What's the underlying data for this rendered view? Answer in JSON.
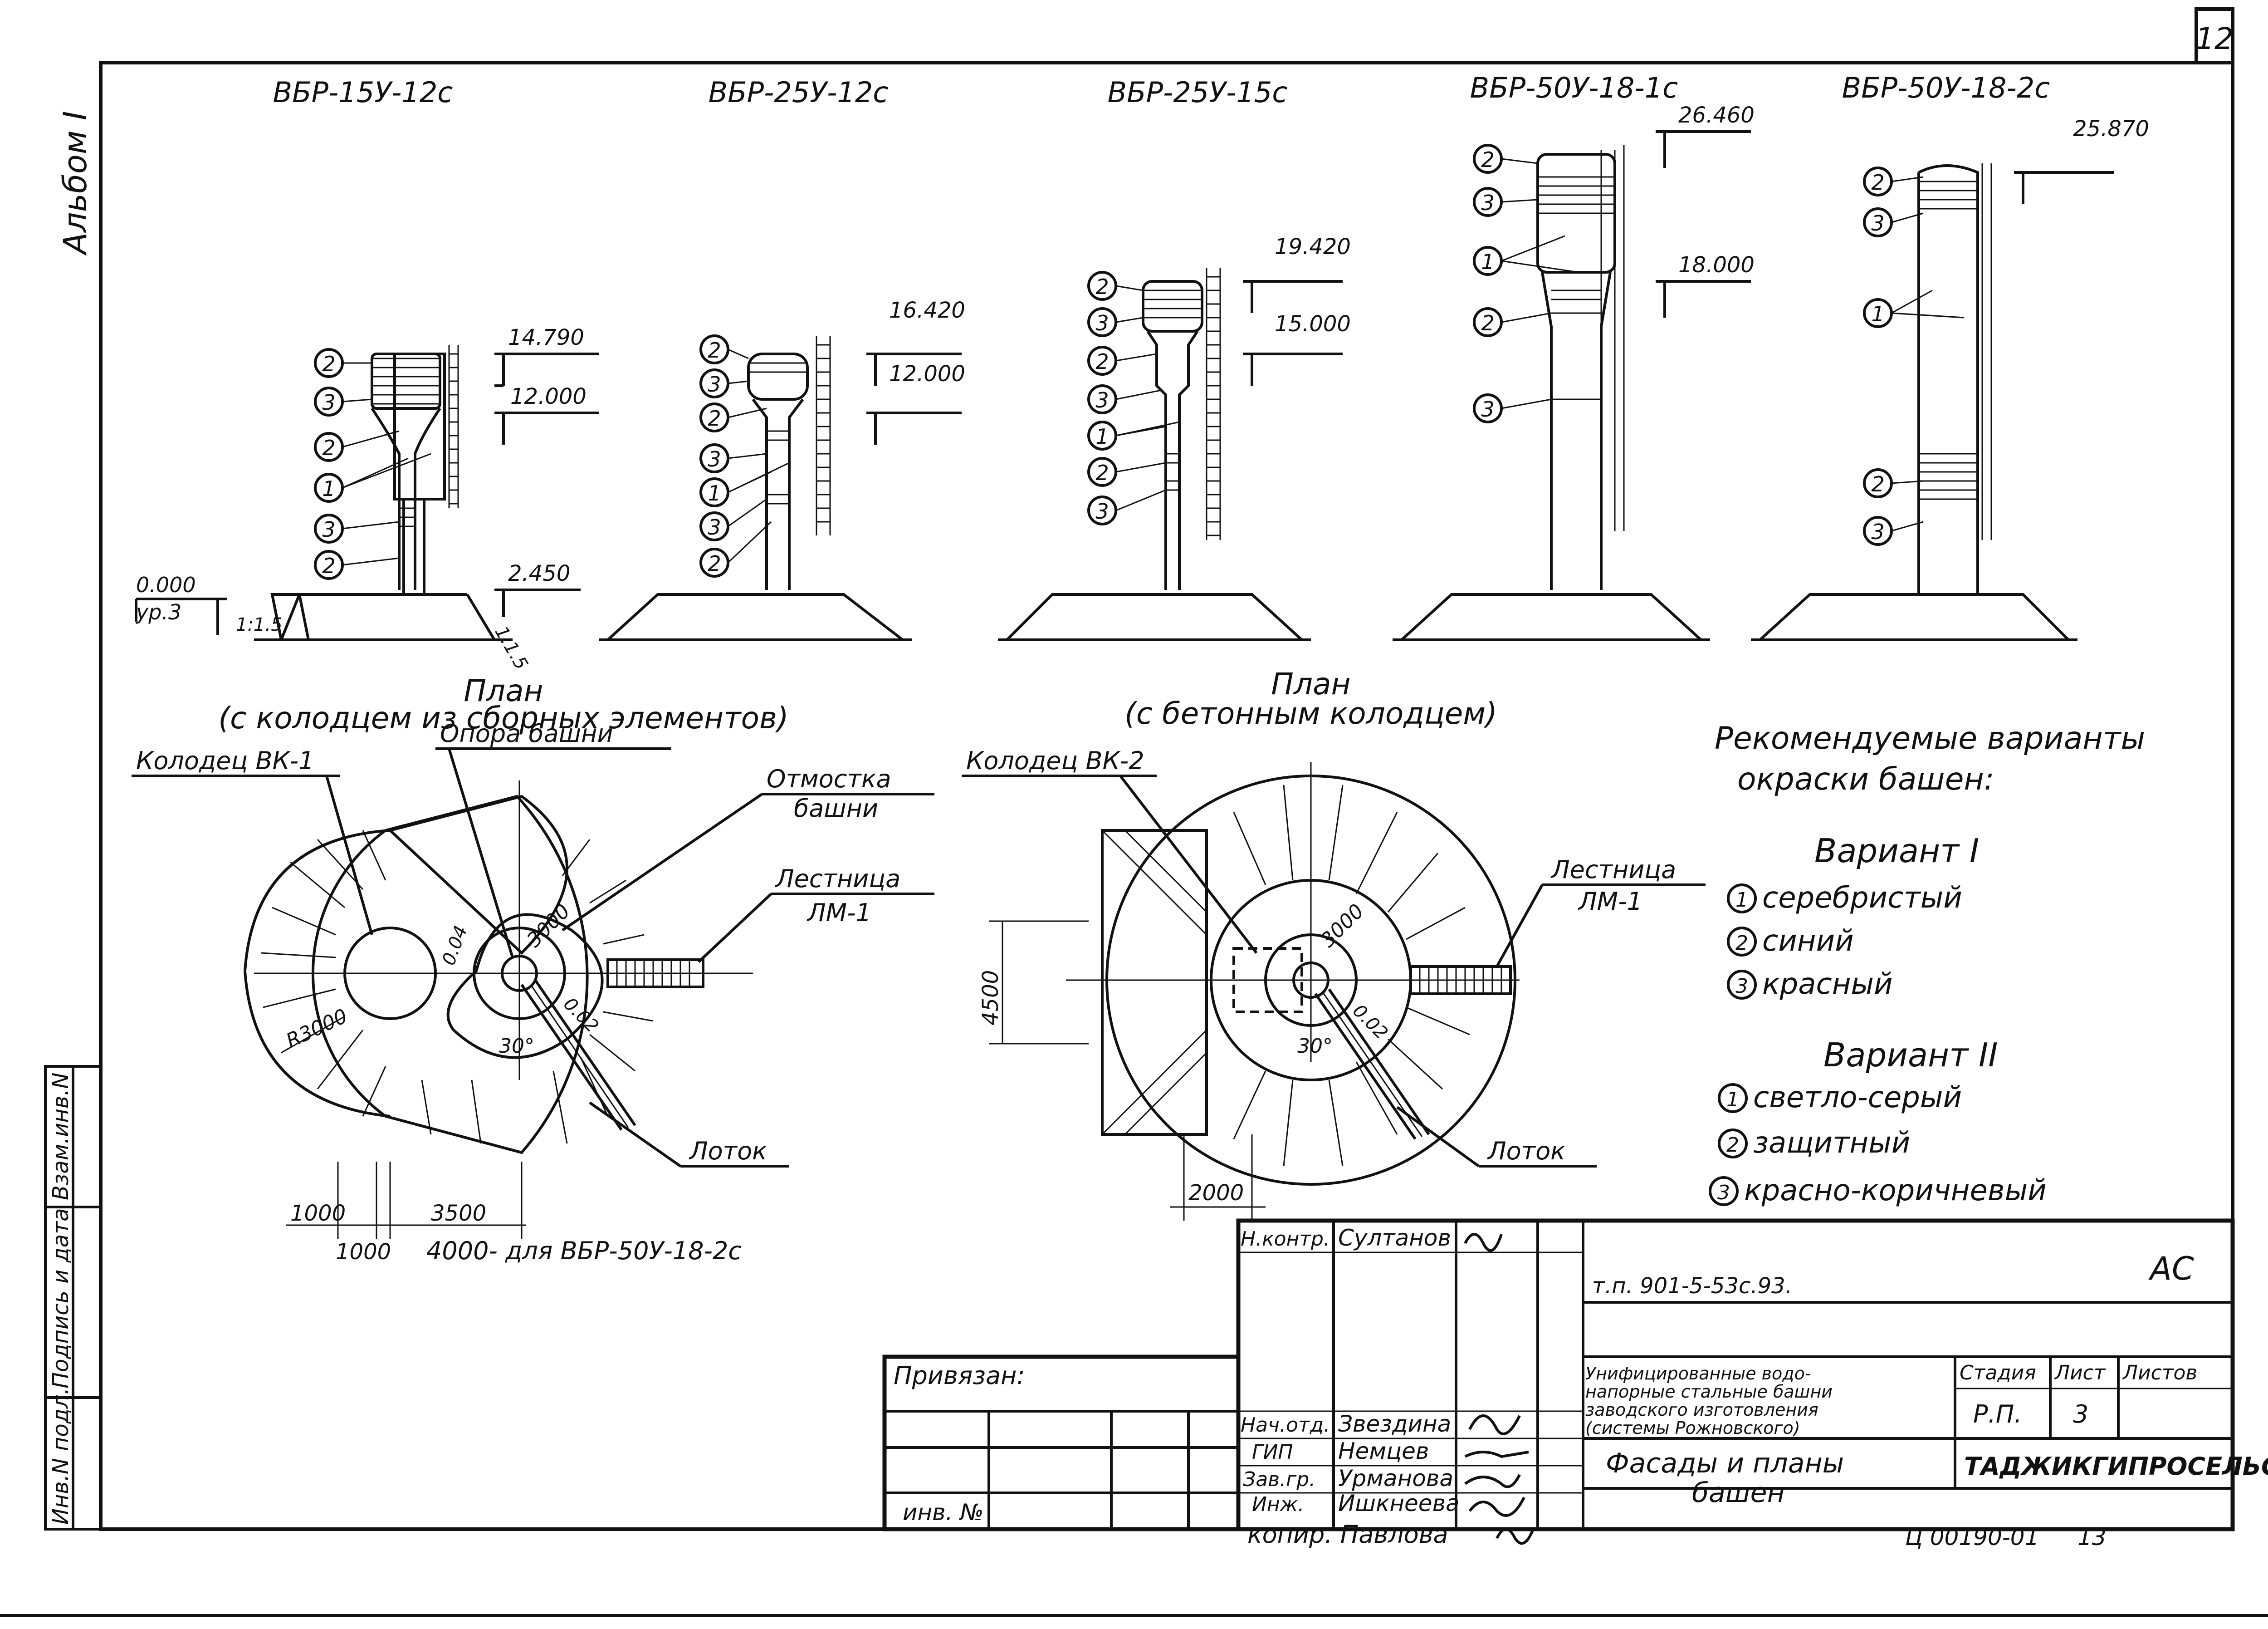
{
  "sheet_number": "12",
  "album_label": "Альбом I",
  "towers": [
    {
      "title": "ВБР-15У-12с",
      "marks": [
        {
          "value": "14.790"
        },
        {
          "value": "12.000"
        },
        {
          "value": "2.450"
        }
      ],
      "callouts": [
        "2",
        "3",
        "2",
        "1",
        "3",
        "2"
      ],
      "ground_mark": "0.000",
      "ground_label": "ур.3",
      "slope_left": "1:1.5",
      "slope_right": "1:1.5"
    },
    {
      "title": "ВБР-25У-12с",
      "marks": [
        {
          "value": "16.420"
        },
        {
          "value": "12.000"
        }
      ],
      "callouts": [
        "2",
        "3",
        "2",
        "3",
        "1",
        "3",
        "2"
      ]
    },
    {
      "title": "ВБР-25У-15с",
      "marks": [
        {
          "value": "19.420"
        },
        {
          "value": "15.000"
        }
      ],
      "callouts": [
        "2",
        "3",
        "2",
        "3",
        "1",
        "2",
        "3"
      ]
    },
    {
      "title": "ВБР-50У-18-1с",
      "marks": [
        {
          "value": "26.460"
        },
        {
          "value": "18.000"
        }
      ],
      "callouts": [
        "2",
        "3",
        "1",
        "2",
        "3"
      ]
    },
    {
      "title": "ВБР-50У-18-2с",
      "marks": [
        {
          "value": "25.870"
        }
      ],
      "callouts": [
        "2",
        "3",
        "1",
        "2",
        "3"
      ]
    }
  ],
  "plan1": {
    "title_line1": "План",
    "title_line2": "(с колодцем из сборных элементов)",
    "well_label": "Колодец ВК-1",
    "support_label": "Опора башни",
    "apron_label_1": "Отмостка",
    "apron_label_2": "башни",
    "ladder_label_1": "Лестница",
    "ladder_label_2": "ЛМ-1",
    "tray_label": "Лоток",
    "dim_r": "R3000",
    "dim_3000": "3000",
    "dim_slope1": "0.04",
    "dim_slope2": "0.02",
    "dim_angle": "30°",
    "dim_1000a": "1000",
    "dim_3500": "3500",
    "dim_1000b": "1000",
    "dim_note": "4000- для ВБР-50У-18-2с"
  },
  "plan2": {
    "title_line1": "План",
    "title_line2": "(с бетонным колодцем)",
    "well_label": "Колодец ВК-2",
    "ladder_label_1": "Лестница",
    "ladder_label_2": "ЛМ-1",
    "tray_label": "Лоток",
    "dim_3000": "3000",
    "dim_slope": "0.02",
    "dim_angle": "30°",
    "dim_4500": "4500",
    "dim_2000": "2000"
  },
  "paint": {
    "heading_1": "Рекомендуемые варианты",
    "heading_2": "окраски башен:",
    "v1_title": "Вариант I",
    "v1": [
      {
        "n": "1",
        "t": "серебристый"
      },
      {
        "n": "2",
        "t": "синий"
      },
      {
        "n": "3",
        "t": "красный"
      }
    ],
    "v2_title": "Вариант II",
    "v2": [
      {
        "n": "1",
        "t": "светло-серый"
      },
      {
        "n": "2",
        "t": "защитный"
      },
      {
        "n": "3",
        "t": "красно-коричневый"
      }
    ]
  },
  "side_stamp": [
    "Инв.N подл.",
    "Подпись и дата",
    "Взам.инв.N"
  ],
  "title_block": {
    "code": "АС",
    "doc": "т.п. 901-5-53с.93.",
    "desc_lines": [
      "Унифицированные водо-",
      "напорные стальные башни",
      "заводского изготовления",
      "(системы Рожновского)"
    ],
    "stage_h": "Стадия",
    "sheet_h": "Лист",
    "sheets_h": "Листов",
    "stage": "Р.П.",
    "sheet": "3",
    "sheets": "",
    "drawing_title_1": "Фасады и планы",
    "drawing_title_2": "башен",
    "org": "ТАДЖИКГИПРОСЕЛЬСТРОЙ",
    "privyazan": "Привязан:",
    "inv": "инв. №",
    "people": [
      {
        "role": "Н.контр.",
        "name": "Султанов"
      },
      {
        "role": "Нач.отд.",
        "name": "Звездина"
      },
      {
        "role": "ГИП",
        "name": "Немцев"
      },
      {
        "role": "Зав.гр.",
        "name": "Урманова"
      },
      {
        "role": "Инж.",
        "name": "Ишкнеева"
      }
    ],
    "copier": "копир. Павлова",
    "bottom_code": "Ц 00190-01",
    "bottom_num": "13"
  }
}
